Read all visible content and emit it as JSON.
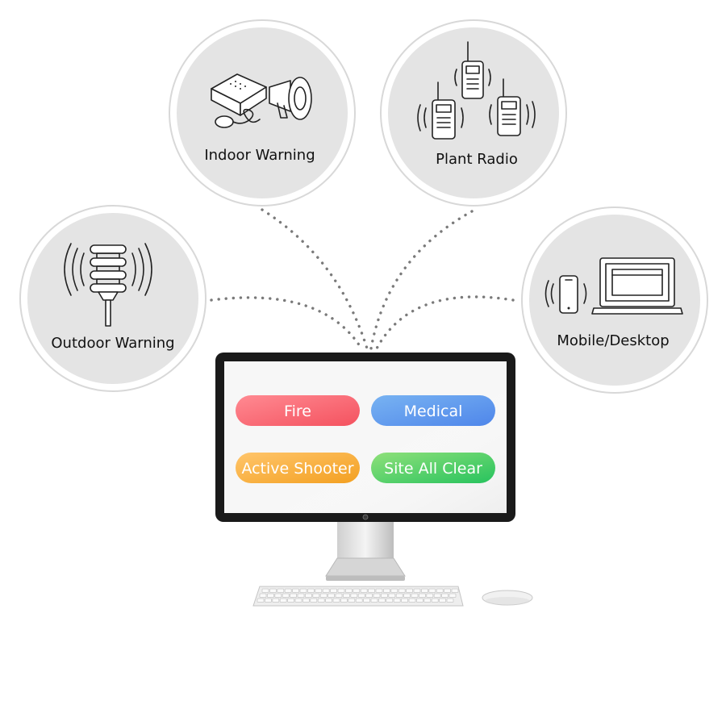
{
  "nodes": {
    "indoor": {
      "label": "Indoor Warning",
      "icon": "megaphone-icon"
    },
    "radio": {
      "label": "Plant Radio",
      "icon": "walkie-talkie-icon"
    },
    "outdoor": {
      "label": "Outdoor Warning",
      "icon": "siren-tower-icon"
    },
    "mobile": {
      "label": "Mobile/Desktop",
      "icon": "laptop-phone-icon"
    }
  },
  "screen": {
    "buttons": [
      {
        "label": "Fire",
        "color_from": "#ff8a92",
        "color_to": "#f4525f"
      },
      {
        "label": "Medical",
        "color_from": "#78b3f2",
        "color_to": "#4f86ea"
      },
      {
        "label": "Active Shooter",
        "color_from": "#ffc56b",
        "color_to": "#f3a021"
      },
      {
        "label": "Site All Clear",
        "color_from": "#8fe07a",
        "color_to": "#27c35e"
      }
    ]
  },
  "colors": {
    "node_fill": "#e4e4e4",
    "connector": "#7a7a7a",
    "monitor_bezel": "#1a1a1a"
  }
}
